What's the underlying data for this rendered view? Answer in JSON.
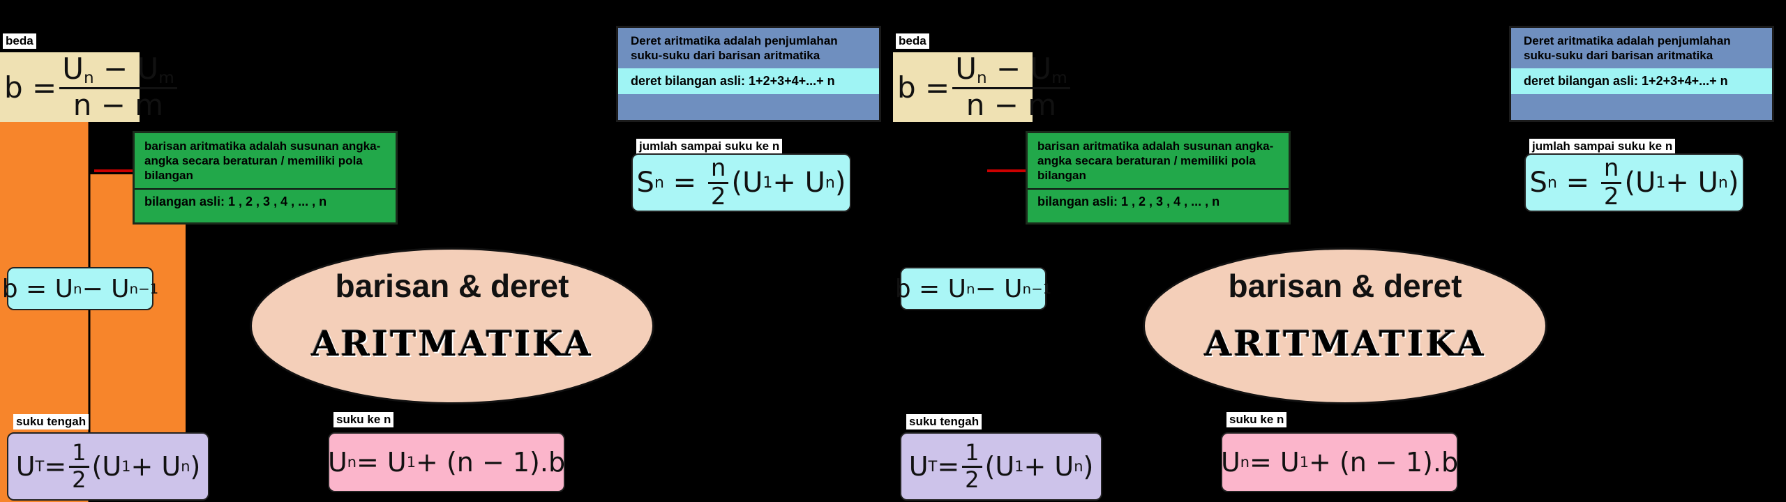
{
  "diagram": {
    "beda_label": "beda",
    "green_desc": "barisan aritmatika adalah susunan angka-angka secara beraturan / memiliki pola bilangan",
    "green_example": "bilangan asli: 1 , 2 , 3 , 4 , ... , n",
    "blue_desc": "Deret aritmatika adalah penjumlahan suku-suku dari barisan aritmatika",
    "blue_example": "deret bilangan asli: 1+2+3+4+...+ n",
    "jumlah_label": "jumlah sampai suku ke n",
    "ellipse_title": "barisan & deret",
    "ellipse_main": "ARITMATIKA",
    "suku_tengah_label": "suku tengah",
    "suku_ke_n_label": "suku ke n"
  },
  "colors": {
    "green_box": "#22a84a",
    "blue_box": "#6f8fbf",
    "cyan_box": "#aaf6f6",
    "beige_box": "#efe1b3",
    "lavender_box": "#cdc3ea",
    "pink_box": "#fbb5cb",
    "ellipse_fill": "#f4cfb9",
    "orange_fill": "#f7852b"
  }
}
